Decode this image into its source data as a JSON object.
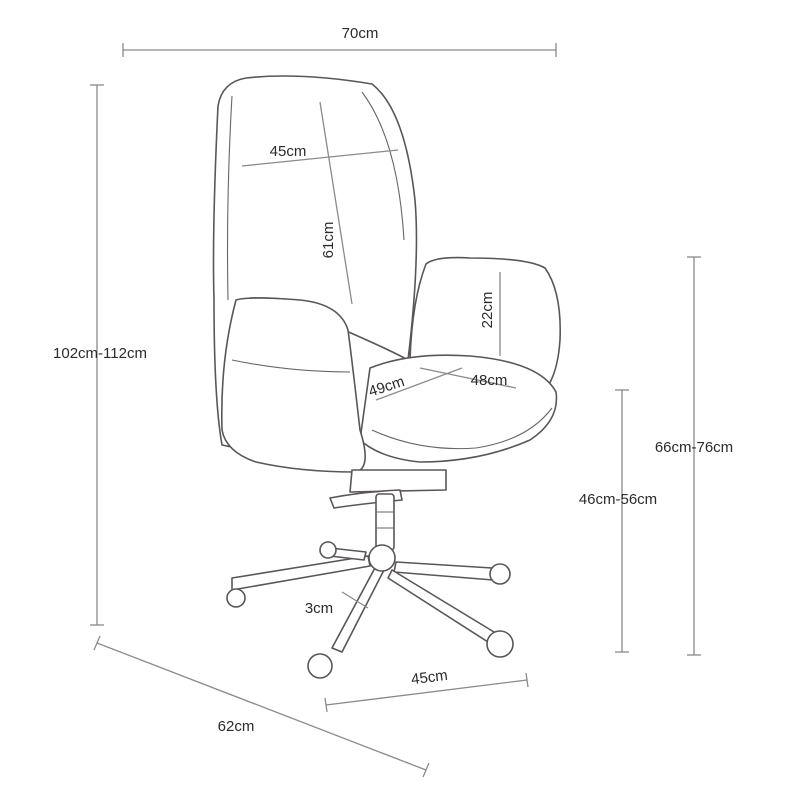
{
  "dimensions": {
    "overall_width": "70cm",
    "overall_height": "102cm-112cm",
    "overall_depth": "62cm",
    "backrest_width": "45cm",
    "backrest_height": "61cm",
    "armrest_height": "22cm",
    "seat_width": "48cm",
    "seat_depth": "49cm",
    "seat_height": "46cm-56cm",
    "armrest_floor_height": "66cm-76cm",
    "base_leg": "3cm",
    "base_radius": "45cm"
  },
  "icons": {
    "chair": "office-chair-outline-icon"
  }
}
